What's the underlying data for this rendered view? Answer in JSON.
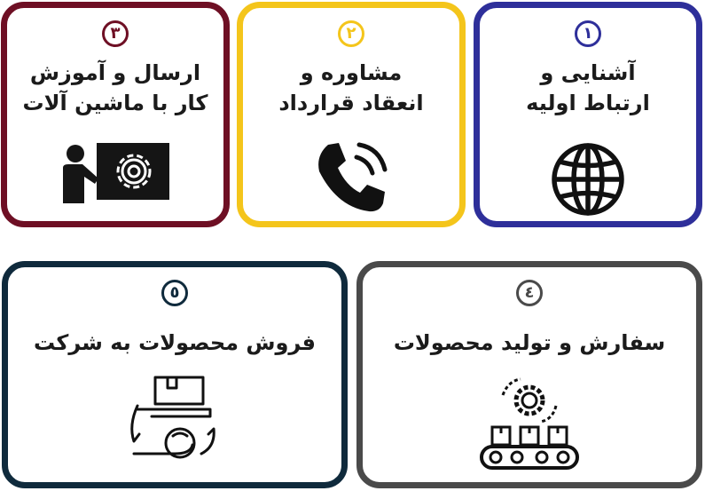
{
  "cards": [
    {
      "number": "١",
      "line1": "آشنایی و",
      "line2": "ارتباط اولیه",
      "border_color": "#2e2f9a",
      "icon": "globe-icon"
    },
    {
      "number": "٢",
      "line1": "مشاوره و",
      "line2": "انعقاد قرارداد",
      "border_color": "#f4c51b",
      "icon": "phone-call-icon"
    },
    {
      "number": "٣",
      "line1": "ارسال و آموزش",
      "line2": "کار با ماشین آلات",
      "border_color": "#6e0f24",
      "icon": "presentation-gear-icon"
    },
    {
      "number": "٤",
      "line1": "سفارش و تولید محصولات",
      "border_color": "#4a4a4a",
      "icon": "conveyor-production-icon"
    },
    {
      "number": "٥",
      "line1": "فروش محصولات به شرکت",
      "border_color": "#0f2a3c",
      "icon": "hand-box-exchange-icon"
    }
  ]
}
